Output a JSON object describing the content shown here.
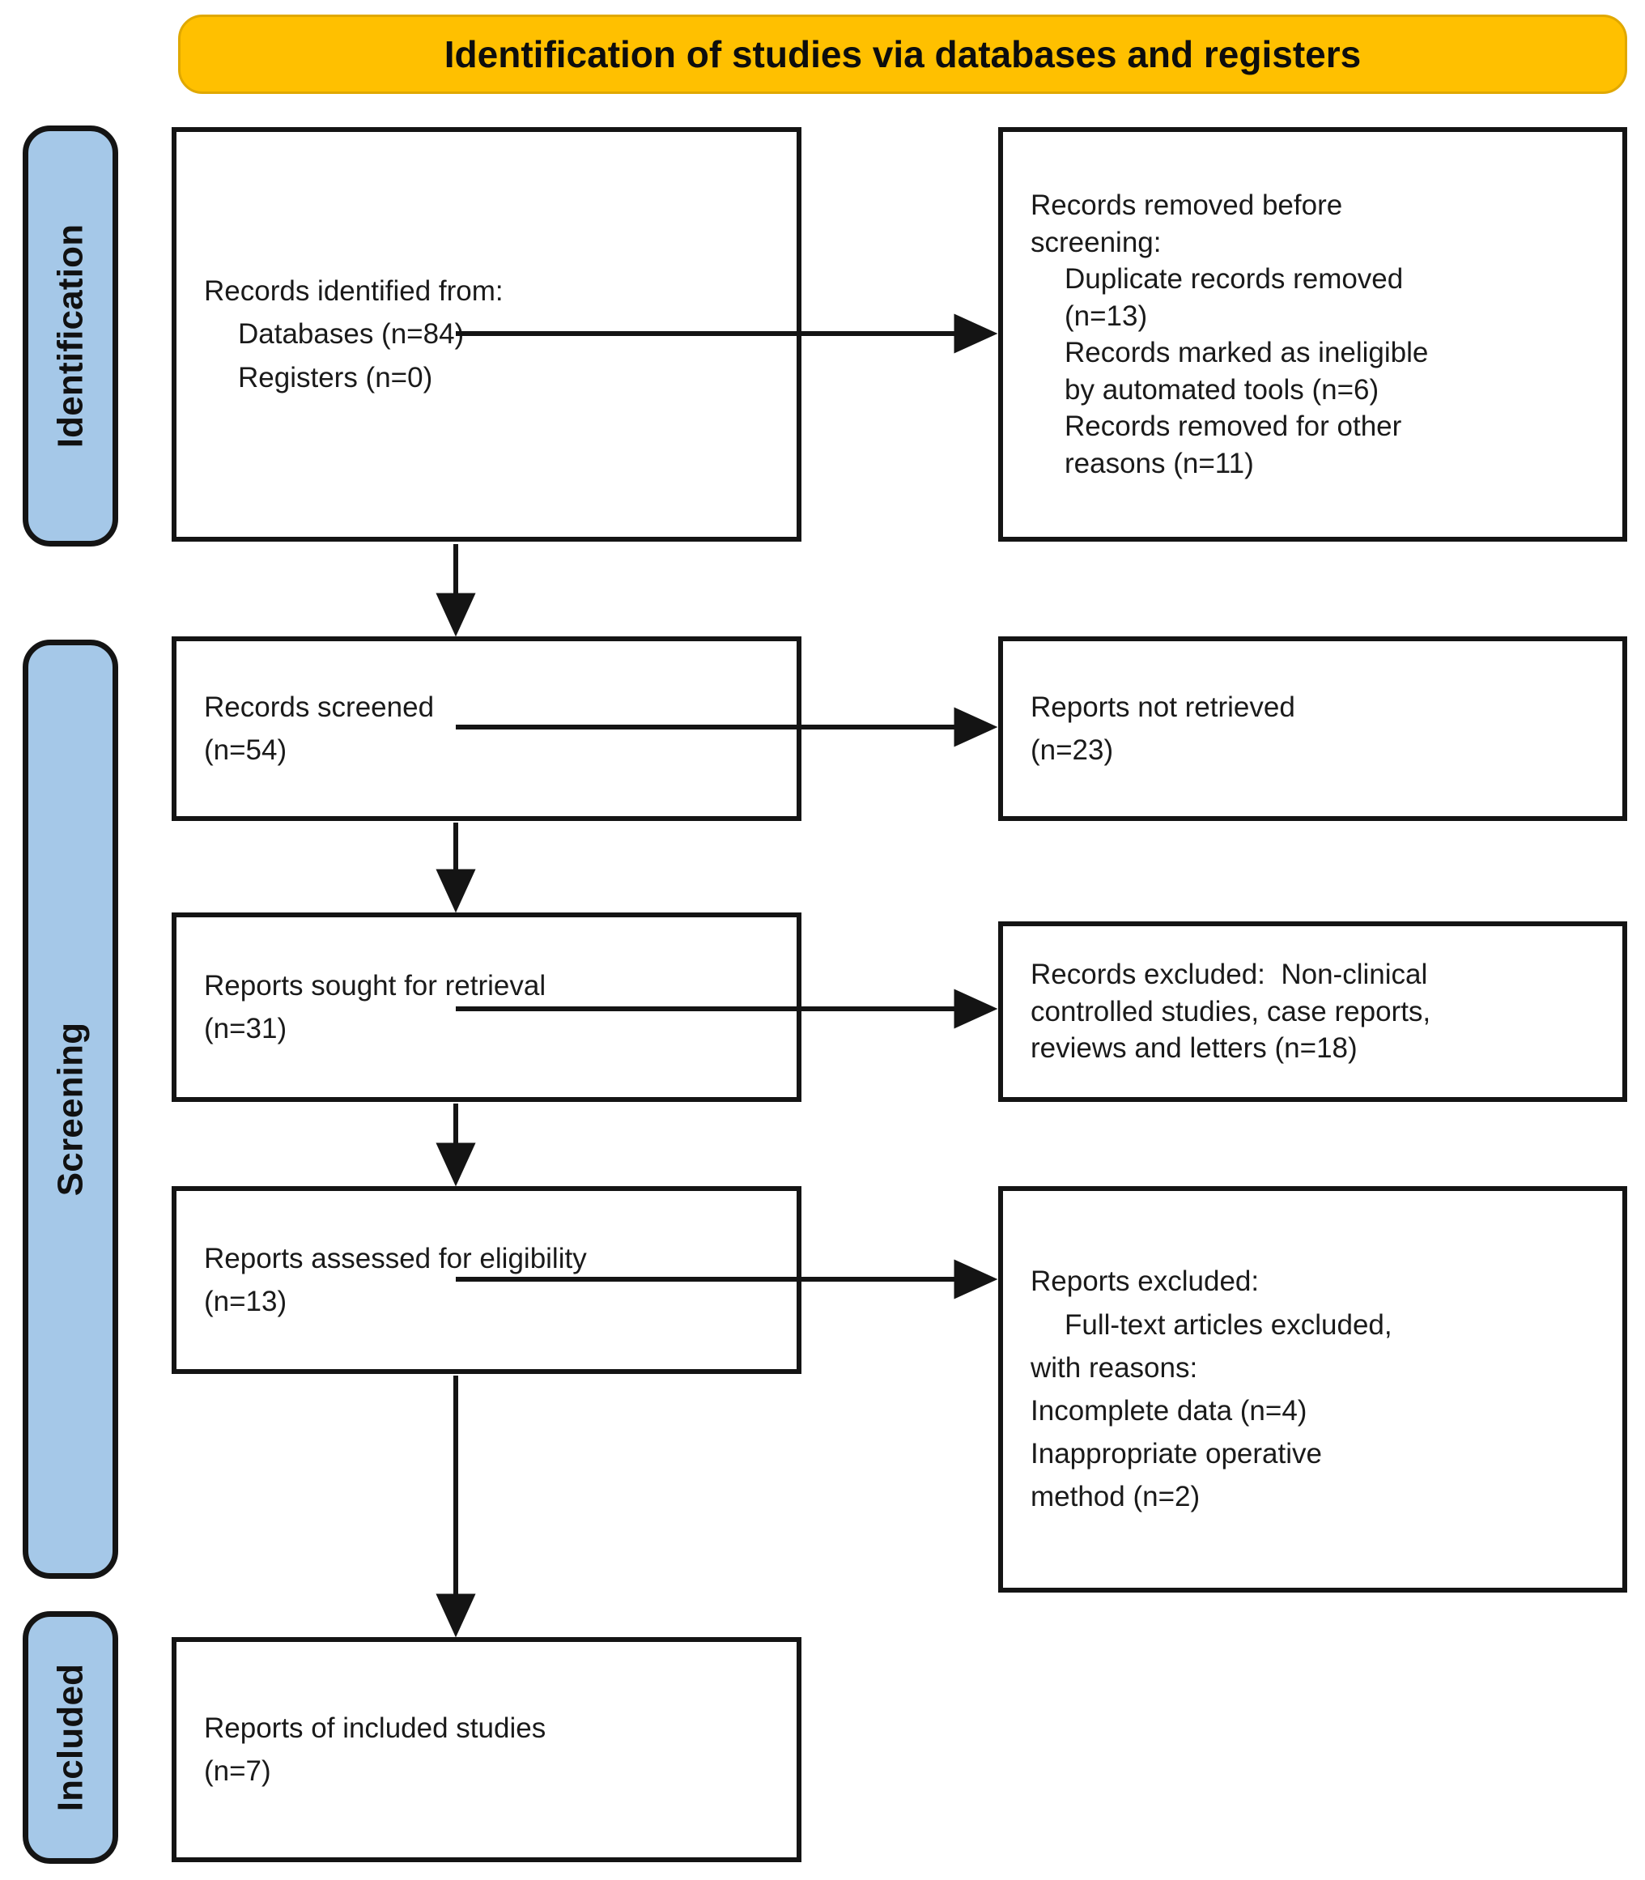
{
  "header": {
    "title": "Identification of studies via databases and registers",
    "banner_color": "#ffc000"
  },
  "stages": [
    {
      "id": "identification",
      "label": "Identification",
      "color": "#a5c8e8"
    },
    {
      "id": "screening",
      "label": "Screening",
      "color": "#a5c8e8"
    },
    {
      "id": "included",
      "label": "Included",
      "color": "#a5c8e8"
    }
  ],
  "boxes": {
    "records_identified": {
      "lines": [
        {
          "text": "Records identified from:",
          "indent": false
        },
        {
          "text": "Databases (n=84)",
          "indent": true
        },
        {
          "text": "Registers (n=0)",
          "indent": true
        }
      ]
    },
    "records_removed": {
      "lines": [
        {
          "text": "Records removed before",
          "indent": false
        },
        {
          "text": "screening:",
          "indent": false
        },
        {
          "text": "Duplicate records removed",
          "indent": true
        },
        {
          "text": "(n=13)",
          "indent": true
        },
        {
          "text": "Records marked as ineligible",
          "indent": true
        },
        {
          "text": "by automated tools (n=6)",
          "indent": true
        },
        {
          "text": "Records removed for other",
          "indent": true
        },
        {
          "text": "reasons (n=11)",
          "indent": true
        }
      ]
    },
    "records_screened": {
      "lines": [
        {
          "text": "Records screened",
          "indent": false
        },
        {
          "text": "(n=54)",
          "indent": false
        }
      ]
    },
    "reports_not_retrieved": {
      "lines": [
        {
          "text": "Reports not retrieved",
          "indent": false
        },
        {
          "text": "(n=23)",
          "indent": false
        }
      ]
    },
    "reports_sought": {
      "lines": [
        {
          "text": "Reports sought for retrieval",
          "indent": false
        },
        {
          "text": "(n=31)",
          "indent": false
        }
      ]
    },
    "records_excluded": {
      "lines": [
        {
          "text": "Records excluded:  Non-clinical",
          "indent": false
        },
        {
          "text": "controlled studies, case reports,",
          "indent": false
        },
        {
          "text": "reviews and letters (n=18)",
          "indent": false
        }
      ]
    },
    "reports_assessed": {
      "lines": [
        {
          "text": "Reports assessed for eligibility",
          "indent": false
        },
        {
          "text": "(n=13)",
          "indent": false
        }
      ]
    },
    "reports_excluded": {
      "lines": [
        {
          "text": "Reports excluded:",
          "indent": false
        },
        {
          "text": "Full-text articles excluded,",
          "indent": true
        },
        {
          "text": "with reasons:",
          "indent": false
        },
        {
          "text": "Incomplete data (n=4)",
          "indent": false
        },
        {
          "text": "Inappropriate operative",
          "indent": false
        },
        {
          "text": "method (n=2)",
          "indent": false
        }
      ]
    },
    "reports_included": {
      "lines": [
        {
          "text": "Reports of included studies",
          "indent": false
        },
        {
          "text": "(n=7)",
          "indent": false
        }
      ]
    }
  },
  "chart_data": {
    "type": "diagram",
    "title": "Identification of studies via databases and registers",
    "nodes": [
      {
        "id": "records_identified",
        "stage": "Identification",
        "label": "Records identified from: Databases (n=84), Registers (n=0)",
        "counts": {
          "databases": 84,
          "registers": 0
        }
      },
      {
        "id": "records_removed",
        "stage": "Identification",
        "label": "Records removed before screening",
        "counts": {
          "duplicate_records_removed": 13,
          "marked_ineligible_by_automation": 6,
          "removed_other_reasons": 11
        }
      },
      {
        "id": "records_screened",
        "stage": "Screening",
        "label": "Records screened",
        "counts": {
          "n": 54
        }
      },
      {
        "id": "reports_not_retrieved",
        "stage": "Screening",
        "label": "Reports not retrieved",
        "counts": {
          "n": 23
        }
      },
      {
        "id": "reports_sought",
        "stage": "Screening",
        "label": "Reports sought for retrieval",
        "counts": {
          "n": 31
        }
      },
      {
        "id": "records_excluded",
        "stage": "Screening",
        "label": "Records excluded: Non-clinical controlled studies, case reports, reviews and letters",
        "counts": {
          "n": 18
        }
      },
      {
        "id": "reports_assessed",
        "stage": "Screening",
        "label": "Reports assessed for eligibility",
        "counts": {
          "n": 13
        }
      },
      {
        "id": "reports_excluded",
        "stage": "Screening",
        "label": "Reports excluded: Full-text articles excluded, with reasons",
        "counts": {
          "incomplete_data": 4,
          "inappropriate_operative_method": 2
        }
      },
      {
        "id": "reports_included",
        "stage": "Included",
        "label": "Reports of included studies",
        "counts": {
          "n": 7
        }
      }
    ],
    "edges": [
      {
        "from": "records_identified",
        "to": "records_removed",
        "direction": "right"
      },
      {
        "from": "records_identified",
        "to": "records_screened",
        "direction": "down"
      },
      {
        "from": "records_screened",
        "to": "reports_not_retrieved",
        "direction": "right"
      },
      {
        "from": "records_screened",
        "to": "reports_sought",
        "direction": "down"
      },
      {
        "from": "reports_sought",
        "to": "records_excluded",
        "direction": "right"
      },
      {
        "from": "reports_sought",
        "to": "reports_assessed",
        "direction": "down"
      },
      {
        "from": "reports_assessed",
        "to": "reports_excluded",
        "direction": "right"
      },
      {
        "from": "reports_assessed",
        "to": "reports_included",
        "direction": "down"
      }
    ]
  }
}
